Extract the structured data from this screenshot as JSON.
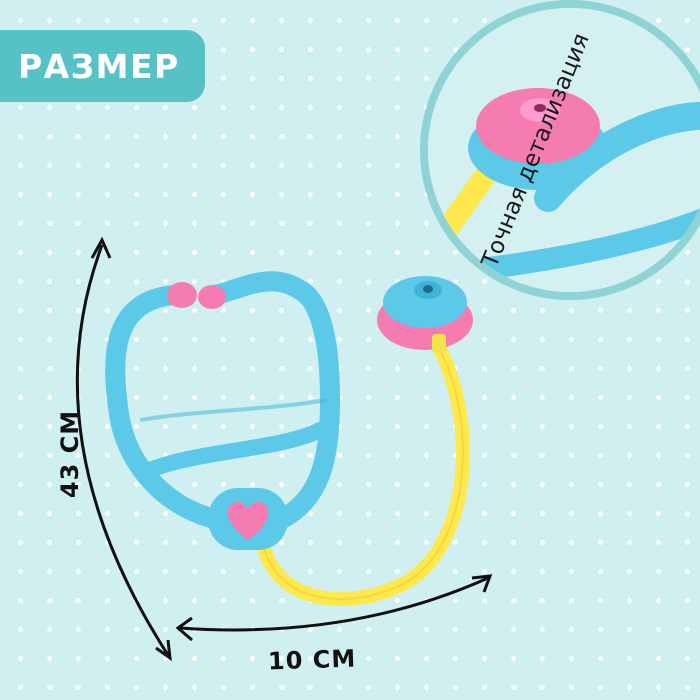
{
  "badge": {
    "label": "РАЗМЕР"
  },
  "callout": {
    "label": "Точная детализация"
  },
  "dimensions": {
    "height": "43 СМ",
    "width": "10 СМ"
  },
  "colors": {
    "background": "#cfeff0",
    "badge": "#56c2c5",
    "tube_blue": "#5cc9e8",
    "tube_yellow": "#ffe84d",
    "pink": "#f47cb1"
  }
}
